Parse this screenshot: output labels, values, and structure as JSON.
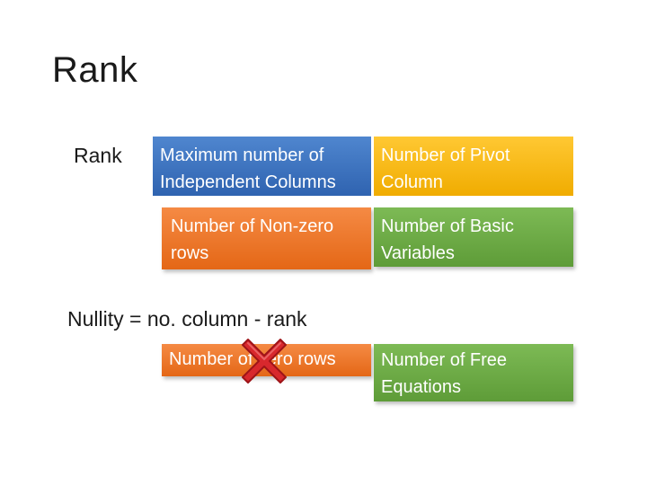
{
  "slide": {
    "title": "Rank",
    "rank_label": "Rank",
    "boxes": {
      "max_independent_columns": "Maximum number of Independent Columns",
      "pivot_column": "Number of Pivot Column",
      "non_zero_rows": "Number of Non-zero rows",
      "basic_variables": "Number of Basic Variables",
      "zero_rows": "Number of zero rows",
      "free_equations": "Number of Free Equations"
    },
    "nullity_formula": "Nullity = no. column - rank"
  },
  "colors": {
    "blue": "#3a6fbf",
    "yellow": "#f7b500",
    "orange": "#ea7128",
    "green": "#6aa844",
    "cross_mark": "#d8282d"
  },
  "icons": {
    "cross": "red-x-icon"
  }
}
